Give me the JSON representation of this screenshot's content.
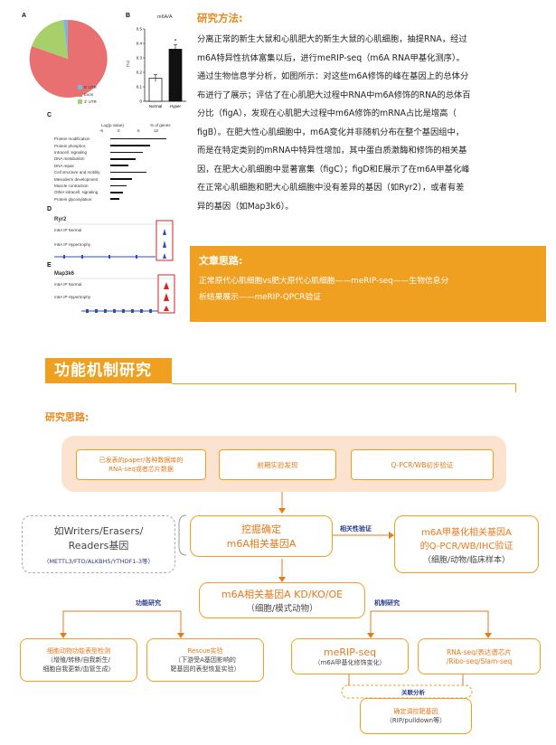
{
  "figure": {
    "panel_a": {
      "label": "A",
      "legend": [
        "5' UTR",
        "Exon",
        "3' UTR"
      ],
      "colors": [
        "#7fb3e0",
        "#e87070",
        "#a8d06a"
      ]
    },
    "panel_b": {
      "label": "B",
      "title": "m6A/A",
      "ylabel": "(%)",
      "yticks": [
        "0.5",
        "0.4",
        "0.3",
        "0.2",
        "0.1",
        "0"
      ],
      "star": "*"
    },
    "panel_c": {
      "label": "C",
      "axis_left": "Log(p value)",
      "axis_right": "% of genes",
      "ticks": [
        "-6",
        "0",
        "6",
        "12"
      ],
      "categories": [
        "Protein modification",
        "Protein phosphor.",
        "Intracell. signaling",
        "DNA metabolism",
        "DNA repair",
        "Cell structure and motility",
        "Mesoderm development",
        "Muscle contraction",
        "Other intracell. signaling",
        "Protein glycosylation"
      ]
    },
    "panel_d": {
      "label": "D",
      "gene": "Ryr2",
      "track1": "m6A IP Normal",
      "track2": "m6A IP Hypertrophy"
    },
    "panel_e": {
      "label": "E",
      "gene": "Map3k6",
      "track1": "m6A IP Normal",
      "track2": "m6A IP Hypertrophy"
    }
  },
  "chart_data": {
    "type": "bar",
    "title": "m6A/A",
    "categories": [
      "Normal",
      "Hyper"
    ],
    "values": [
      0.16,
      0.36
    ],
    "errors": [
      0.025,
      0.03
    ],
    "ylabel": "(%)",
    "ylim": [
      0,
      0.5
    ],
    "colors": [
      "#ffffff",
      "#111111"
    ]
  },
  "method": {
    "title": "研究方法:",
    "lines": [
      "分离正常的新生大鼠和心肌肥大的新生大鼠的心肌细胞，抽提RNA，经过",
      "m6A特异性抗体富集以后，进行meRIP-seq（m6A RNA甲基化测序）。",
      "通过生物信息学分析，如图所示：对这些m6A修饰的峰在基因上的总体分",
      "布进行了展示；评估了在心肌肥大过程中RNA中m6A修饰的RNA的总体百",
      "分比（figA），发现在心肌肥大过程中m6A修饰的mRNA占比是增高（",
      "figB）。在肥大性心肌细胞中，m6A变化并非随机分布在整个基因组中，",
      "而是在特定类别的mRNA中特异性增加，其中蛋白质激酶和修饰的相关基",
      "因，在肥大心肌细胞中显著富集（figC）；figD和E展示了在m6A甲基化峰",
      "在正常心肌细胞和肥大心肌细胞中没有差异的基因（如Ryr2），或者有差",
      "异的基因（如Map3k6）。"
    ]
  },
  "idea_box": {
    "title": "文章思路:",
    "line1": "正常原代心肌细胞vs肥大原代心肌细胞——meRIP-seq——生物信息分",
    "line2": "析结果展示——meRIP-QPCR验证"
  },
  "section": {
    "banner": "功能机制研究",
    "subtitle": "研究思路:"
  },
  "flow": {
    "top1_l1": "已发表的paper/各种数据库的",
    "top1_l2": "RNA-seq或者芯片数据",
    "top2": "前期实验发现",
    "top3": "Q-PCR/WB初步验证",
    "writers_l1": "如Writers/Erasers/",
    "writers_l2": "Readers基因",
    "writers_l3": "（METTL3/FTO/ALKBH5/YTHDF1-3等）",
    "mine_l1": "挖掘确定",
    "mine_l2": "m6A相关基因A",
    "corr_label": "相关性验证",
    "valid_l1": "m6A甲基化相关基因A",
    "valid_l2": "的Q-PCR/WB/IHC验证",
    "valid_l3": "（细胞/动物/临床样本）",
    "kd_l1": "m6A相关基因A  KD/KO/OE",
    "kd_l2": "（细胞/模式动物）",
    "func_label": "功能研究",
    "mech_label": "机制研究",
    "b1_l1": "细胞动物功能表型检测",
    "b1_l2": "（增殖/转移/自我新生/",
    "b1_l3": "细胞自我更新/血管生成）",
    "b2_l1": "Rescue实验",
    "b2_l2": "（下游受A基因影响的",
    "b2_l3": "靶基因的表型恢复实验）",
    "b3_l1": "meRIP-seq",
    "b3_l2": "（m6A甲基化修饰变化）",
    "b4_l1": "RNA-seq/表达谱芯片",
    "b4_l2": "/Ribo-seq/Slam-seq",
    "assoc_label": "关联分析",
    "b5_l1": "确定调控靶基因",
    "b5_l2": "（RIP/pulldown等）"
  }
}
